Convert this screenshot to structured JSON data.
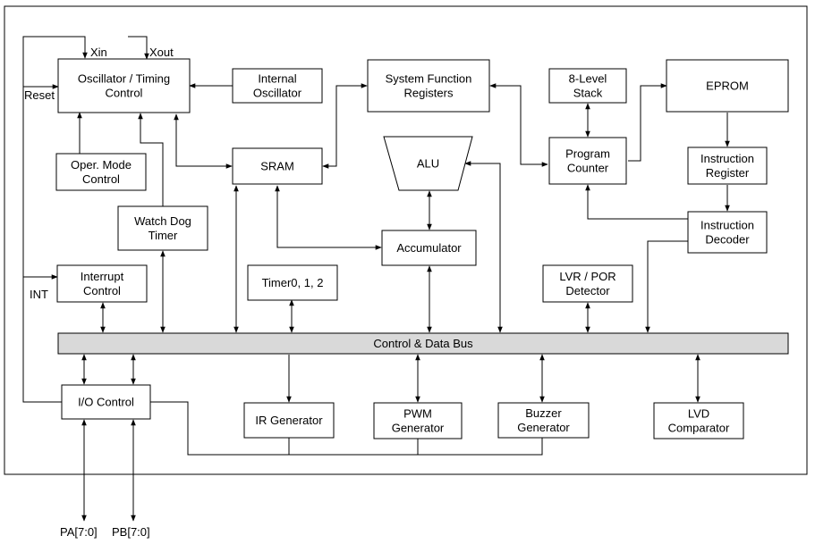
{
  "blocks": {
    "oscillator": [
      "Oscillator / Timing",
      "Control"
    ],
    "internal_osc": [
      "Internal",
      "Oscillator"
    ],
    "sysfunc": [
      "System Function",
      "Registers"
    ],
    "stack": [
      "8-Level",
      "Stack"
    ],
    "eprom": [
      "EPROM"
    ],
    "oper_mode": [
      "Oper. Mode",
      "Control"
    ],
    "sram": [
      "SRAM"
    ],
    "alu": [
      "ALU"
    ],
    "pc": [
      "Program",
      "Counter"
    ],
    "ireg": [
      "Instruction",
      "Register"
    ],
    "watchdog": [
      "Watch Dog",
      "Timer"
    ],
    "accumulator": [
      "Accumulator"
    ],
    "idecoder": [
      "Instruction",
      "Decoder"
    ],
    "interrupt": [
      "Interrupt",
      "Control"
    ],
    "timer": [
      "Timer0, 1, 2"
    ],
    "lvr": [
      "LVR / POR",
      "Detector"
    ],
    "bus": [
      "Control & Data Bus"
    ],
    "io": [
      "I/O Control"
    ],
    "ir": [
      "IR Generator"
    ],
    "pwm": [
      "PWM",
      "Generator"
    ],
    "buzzer": [
      "Buzzer",
      "Generator"
    ],
    "lvd": [
      "LVD",
      "Comparator"
    ]
  },
  "signals": {
    "xin": "Xin",
    "xout": "Xout",
    "reset": "Reset",
    "int": "INT",
    "pa": "PA[7:0]",
    "pb": "PB[7:0]"
  }
}
